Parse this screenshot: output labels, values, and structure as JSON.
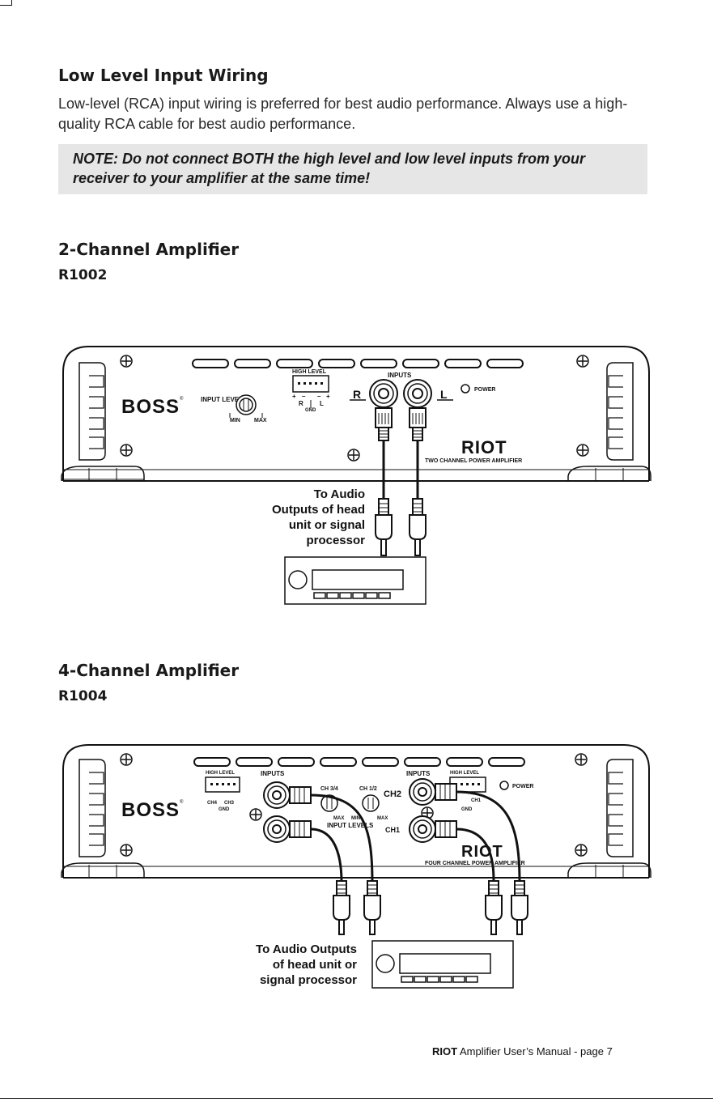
{
  "section_low_level": {
    "title": "Low Level Input Wiring",
    "body": "Low-level (RCA) input wiring is preferred for best audio performance. Always use a high-quality RCA cable for best audio performance.",
    "note": "NOTE: Do not connect BOTH the high level and low level inputs from your receiver to your amplifier at the same time!"
  },
  "two_channel": {
    "title": "2-Channel Amplifier",
    "model": "R1002",
    "amp": {
      "brand": "BOSS",
      "registered": "®",
      "input_level": "INPUT LEVEL",
      "min": "MIN",
      "max": "MAX",
      "high_level": "HIGH LEVEL",
      "plus": "+",
      "minus": "–",
      "r_small": "R",
      "l_small": "L",
      "gnd": "GND",
      "inputs": "INPUTS",
      "r": "R",
      "l": "L",
      "power": "POWER",
      "riot": "RIOT",
      "subtitle": "TWO CHANNEL POWER AMPLIFIER"
    },
    "callout": [
      "To Audio",
      "Outputs of head",
      "unit or signal",
      "processor"
    ]
  },
  "four_channel": {
    "title": "4-Channel Amplifier",
    "model": "R1004",
    "amp": {
      "brand": "BOSS",
      "registered": "®",
      "high_level_left": "HIGH LEVEL",
      "ch4": "CH4",
      "ch3": "CH3",
      "gnd_left": "GND",
      "inputs_left": "INPUTS",
      "ch34": "CH 3/4",
      "ch12": "CH 1/2",
      "max_left": "MAX",
      "min_mid": "MIN",
      "max_right": "MAX",
      "input_levels": "INPUT LEVELS",
      "inputs_right": "INPUTS",
      "high_level_right": "HIGH LEVEL",
      "ch2": "CH2",
      "ch1": "CH1",
      "ch1_small": "CH1",
      "gnd_right": "GND",
      "power": "POWER",
      "riot": "RIOT",
      "subtitle": "FOUR CHANNEL POWER AMPLIFIER"
    },
    "callout": [
      "To Audio Outputs",
      "of head unit or",
      "signal processor"
    ]
  },
  "footer": {
    "brand": "RIOT",
    "text": "Amplifier User’s Manual - page 7"
  }
}
